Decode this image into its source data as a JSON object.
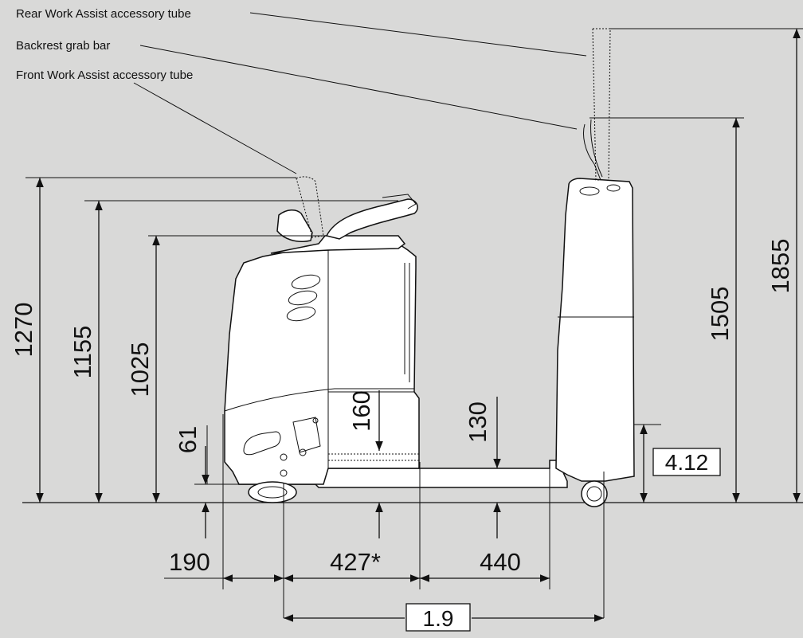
{
  "callouts": {
    "rear_tube": "Rear Work Assist accessory tube",
    "grab_bar": "Backrest grab bar",
    "front_tube": "Front Work Assist accessory tube"
  },
  "dimensions": {
    "d1270": "1270",
    "d1155": "1155",
    "d1025": "1025",
    "d61": "61",
    "d160": "160",
    "d130": "130",
    "d1505": "1505",
    "d1855": "1855",
    "d412": "4.12",
    "d190": "190",
    "d427": "427*",
    "d440": "440",
    "d19": "1.9"
  },
  "colors": {
    "background": "#d9d9d8",
    "ink": "#111111",
    "body": "#ffffff"
  }
}
